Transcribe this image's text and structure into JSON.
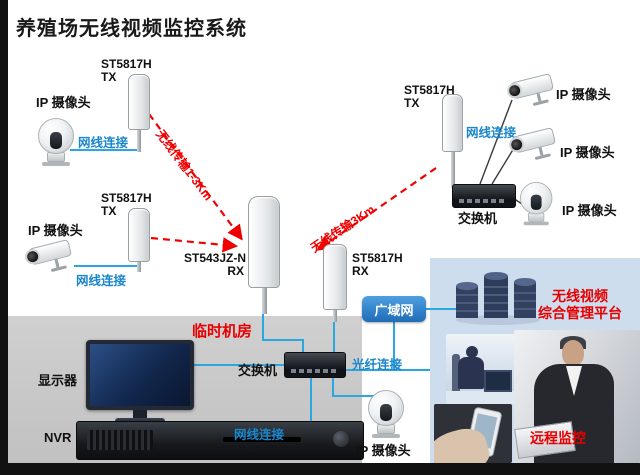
{
  "title": "养殖场无线视频监控系统",
  "labels": {
    "ip_camera": "IP 摄像头",
    "lan": "网线连接",
    "fiber": "光纤连接",
    "switch": "交换机",
    "monitor": "显示器",
    "nvr": "NVR",
    "wan": "广域网",
    "temp_room": "临时机房",
    "remote_monitor": "远程监控",
    "platform_line1": "无线视频",
    "platform_line2": "综合管理平台",
    "wireless_long": "无线传输1-3Km",
    "wireless_short": "无线传输3Km"
  },
  "devices": {
    "tx_top_left": {
      "model": "ST5817H",
      "mode": "TX"
    },
    "tx_mid_left": {
      "model": "ST5817H",
      "mode": "TX"
    },
    "tx_right": {
      "model": "ST5817H",
      "mode": "TX"
    },
    "rx_center": {
      "model": "ST543JZ-N",
      "mode": "RX"
    },
    "rx_center_small": {
      "model": "ST5817H",
      "mode": "RX"
    }
  },
  "colors": {
    "line_blue": "#2aa7df",
    "arrow_red": "#f00000",
    "label_blue": "#1a86cc",
    "label_red": "#e80000",
    "wan_blue": "#2f7fc8",
    "panel_gray": "#c8c8c8",
    "panel_blue": "#cddded"
  }
}
